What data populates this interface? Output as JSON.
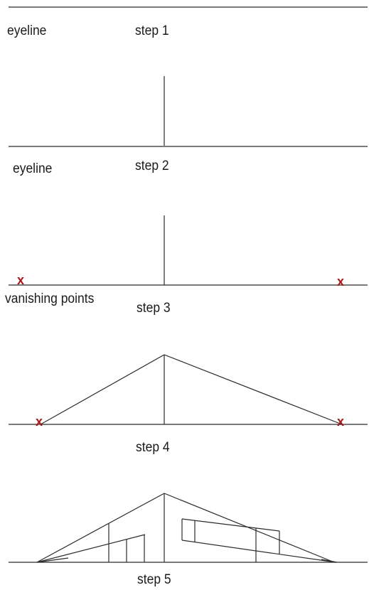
{
  "labels": {
    "eyeline_1": "eyeline",
    "step_1": "step 1",
    "eyeline_2": "eyeline",
    "step_2": "step 2",
    "vanishing_points": "vanishing points",
    "step_3": "step 3",
    "step_4": "step 4",
    "step_5": "step 5"
  },
  "vanishing_point_mark": "x",
  "colors": {
    "line": "#2b2b2b",
    "vanishing_point": "#a81818",
    "text": "#1a1a1a"
  }
}
